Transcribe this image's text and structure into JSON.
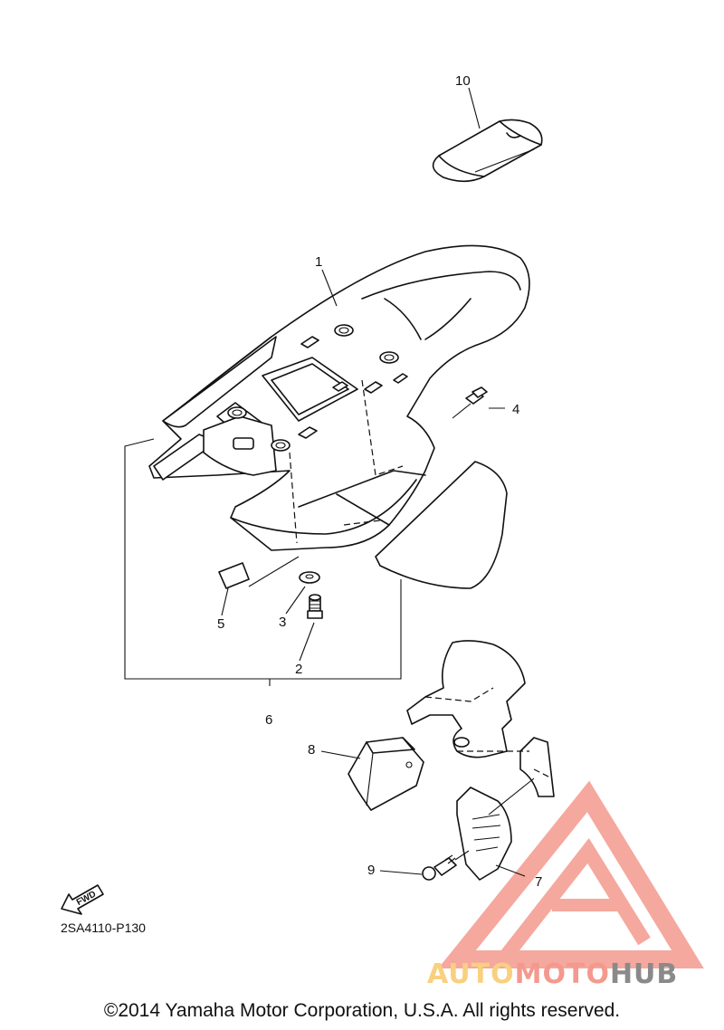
{
  "diagram": {
    "part_labels": [
      {
        "id": "p1",
        "text": "1"
      },
      {
        "id": "p2",
        "text": "2"
      },
      {
        "id": "p3",
        "text": "3"
      },
      {
        "id": "p4",
        "text": "4"
      },
      {
        "id": "p5",
        "text": "5"
      },
      {
        "id": "p6",
        "text": "6"
      },
      {
        "id": "p7",
        "text": "7"
      },
      {
        "id": "p8",
        "text": "8"
      },
      {
        "id": "p9",
        "text": "9"
      },
      {
        "id": "p10",
        "text": "10"
      }
    ],
    "fwd_badge": "FWD",
    "drawing_code": "2SA4110-P130",
    "copyright": "©2014 Yamaha Motor Corporation, U.S.A. All rights reserved.",
    "watermark": {
      "part1": "AUTO",
      "part2": "MOTO",
      "part3": "HUB",
      "color_light": "#f8d080",
      "color_accent": "#f4998e",
      "color_dark": "#8a8a8a"
    }
  }
}
